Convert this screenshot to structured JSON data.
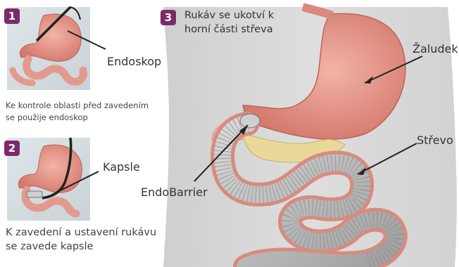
{
  "colors": {
    "badge": "#7b2b6a",
    "background_panel": "#d9d9d9",
    "stomach": "#e39a8e",
    "intestine": "#e8a497",
    "sleeve": "#b9b9b9",
    "fat": "#e9d89a",
    "pointer": "#222222"
  },
  "panel1": {
    "badge": "1",
    "pointer_label": "Endoskop",
    "caption_line1": "Ke kontrole oblasti před zavedením",
    "caption_line2": "se použije endoskop"
  },
  "panel2": {
    "badge": "2",
    "pointer_label": "Kapsle",
    "caption_line1": "K zavedení a ustavení rukávu",
    "caption_line2": "se zavede kapsle"
  },
  "panel3": {
    "badge": "3",
    "title_line1": "Rukáv se ukotví k",
    "title_line2": "horní části střeva",
    "label_stomach": "Žaludek",
    "label_intestine": "Střevo",
    "label_sleeve": "EndoBarrier"
  }
}
